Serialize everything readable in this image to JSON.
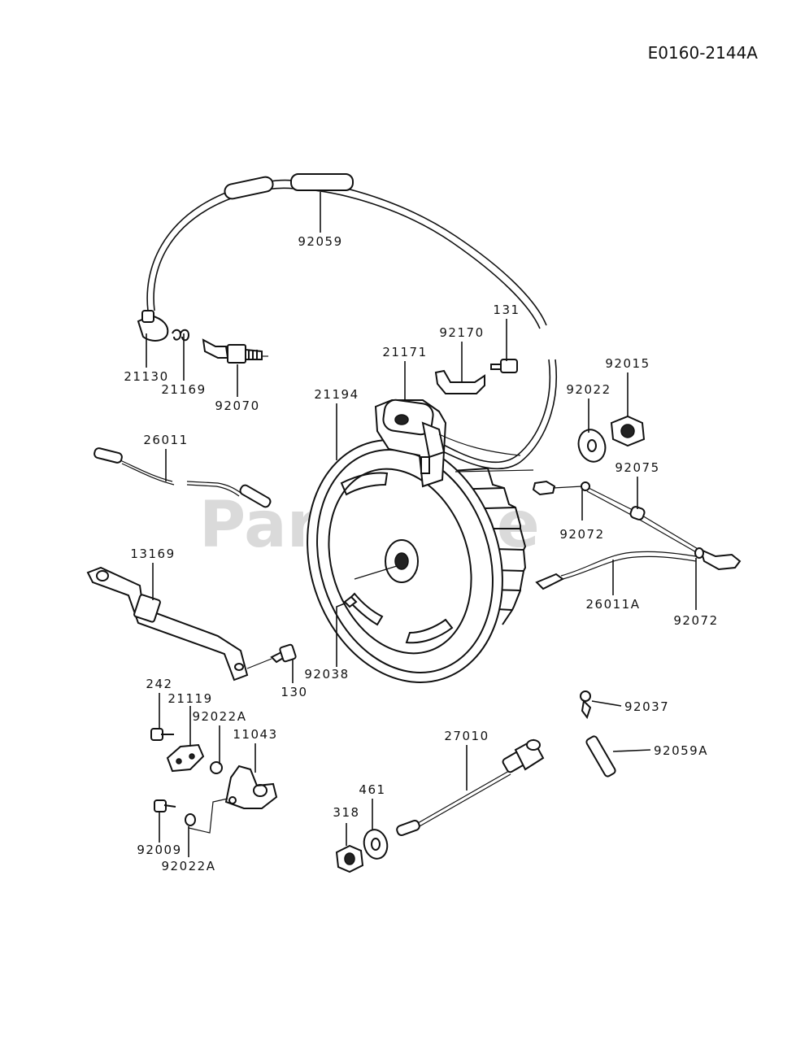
{
  "diagram_code": "E0160-2144A",
  "watermark": "PartsTree",
  "callouts": {
    "c92059": "92059",
    "c21130": "21130",
    "c21169": "21169",
    "c92070": "92070",
    "c131": "131",
    "c92170": "92170",
    "c21171": "21171",
    "c21194": "21194",
    "c92015": "92015",
    "c92022": "92022",
    "c26011": "26011",
    "c92075": "92075",
    "c92072a": "92072",
    "c92072b": "92072",
    "c13169": "13169",
    "c26011A": "26011A",
    "c92038": "92038",
    "c130": "130",
    "c242": "242",
    "c21119": "21119",
    "c92022Atop": "92022A",
    "c11043": "11043",
    "c92037": "92037",
    "c27010": "27010",
    "c92059A": "92059A",
    "c461": "461",
    "c318": "318",
    "c92009": "92009",
    "c92022Abot": "92022A"
  }
}
